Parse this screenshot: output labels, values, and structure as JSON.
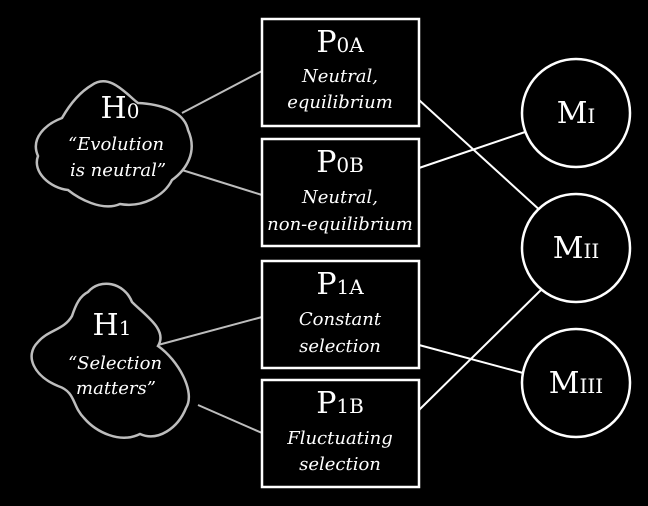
{
  "hypotheses": [
    {
      "id": "H0",
      "letter": "H",
      "sub": "0",
      "lines": [
        "“Evolution",
        "is neutral”"
      ]
    },
    {
      "id": "H1",
      "letter": "H",
      "sub": "1",
      "lines": [
        "“Selection",
        "matters”"
      ]
    }
  ],
  "process_models": [
    {
      "id": "P0A",
      "letter": "P",
      "sub": "0A",
      "lines": [
        "Neutral,",
        "equilibrium"
      ]
    },
    {
      "id": "P0B",
      "letter": "P",
      "sub": "0B",
      "lines": [
        "Neutral,",
        "non-equilibrium"
      ]
    },
    {
      "id": "P1A",
      "letter": "P",
      "sub": "1A",
      "lines": [
        "Constant",
        "selection"
      ]
    },
    {
      "id": "P1B",
      "letter": "P",
      "sub": "1B",
      "lines": [
        "Fluctuating",
        "selection"
      ]
    }
  ],
  "statistical_models": [
    {
      "id": "MI",
      "letter": "M",
      "sub": "I"
    },
    {
      "id": "MII",
      "letter": "M",
      "sub": "II"
    },
    {
      "id": "MIII",
      "letter": "M",
      "sub": "III"
    }
  ],
  "links": [
    {
      "from": "H0",
      "to": "P0A"
    },
    {
      "from": "H0",
      "to": "P0B"
    },
    {
      "from": "H1",
      "to": "P1A"
    },
    {
      "from": "H1",
      "to": "P1B"
    },
    {
      "from": "P0A",
      "to": "MII"
    },
    {
      "from": "P0B",
      "to": "MI"
    },
    {
      "from": "P1A",
      "to": "MIII"
    },
    {
      "from": "P1B",
      "to": "MII"
    }
  ],
  "colors": {
    "box_stroke": "#ffffff",
    "cloud_stroke": "#bdbdbd",
    "background": "#000000"
  }
}
